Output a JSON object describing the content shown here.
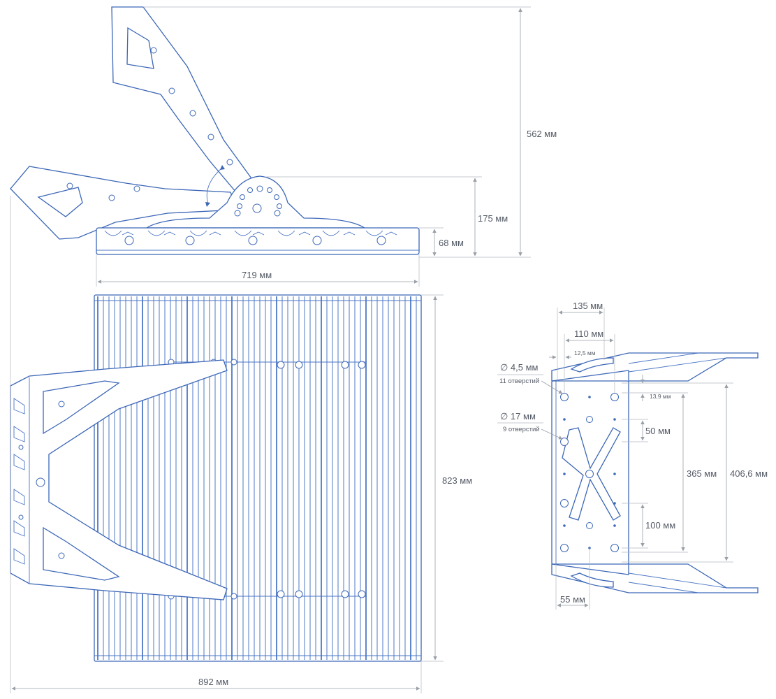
{
  "dimensions": {
    "top_height": "562 мм",
    "bracket_height": "175 мм",
    "body_depth": "68 мм",
    "body_width": "719 мм",
    "body_height": "823 мм",
    "total_width": "892 мм",
    "mount_135": "135 мм",
    "mount_110": "110 мм",
    "mount_12_5": "12,5 мм",
    "mount_13_9": "13,9 мм",
    "mount_50": "50 мм",
    "mount_365": "365 мм",
    "mount_406_6": "406,6 мм",
    "mount_100": "100 мм",
    "mount_55": "55 мм"
  },
  "holes": {
    "small_diameter": "∅ 4,5 мм",
    "small_count": "11 отверстий",
    "large_diameter": "∅ 17 мм",
    "large_count": "9 отверстий"
  },
  "colors": {
    "line": "#3c67b7",
    "dimension": "#9aa0a8",
    "text": "#555b66"
  }
}
